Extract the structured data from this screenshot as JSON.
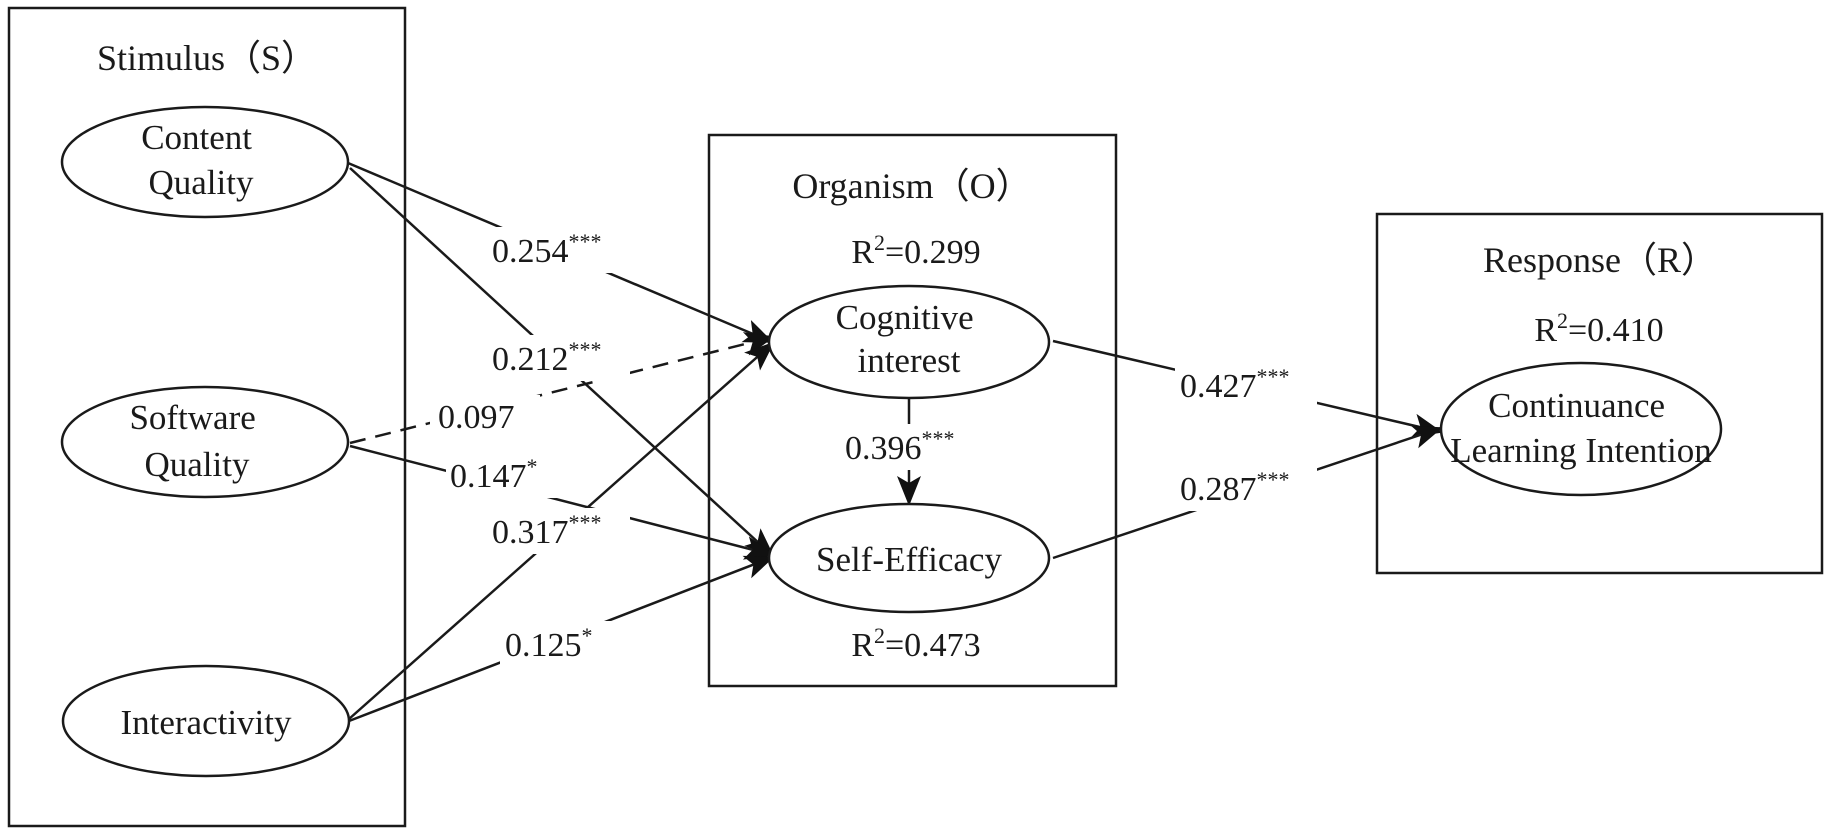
{
  "boxes": {
    "stimulus": {
      "title": "Stimulus（S）"
    },
    "organism": {
      "title": "Organism（O）"
    },
    "response": {
      "title": "Response（R）"
    }
  },
  "nodes": {
    "content_quality": {
      "line1": "Content",
      "line2": "Quality"
    },
    "software_quality": {
      "line1": "Software",
      "line2": "Quality"
    },
    "interactivity": {
      "label": "Interactivity"
    },
    "cognitive_interest": {
      "line1": "Cognitive",
      "line2": "interest"
    },
    "self_efficacy": {
      "label": "Self-Efficacy"
    },
    "continuance": {
      "line1": "Continuance",
      "line2": "Learning Intention"
    }
  },
  "r_squared": {
    "cognitive_interest": {
      "prefix": "R",
      "sup": "2",
      "value": "=0.299"
    },
    "self_efficacy": {
      "prefix": "R",
      "sup": "2",
      "value": "=0.473"
    },
    "continuance": {
      "prefix": "R",
      "sup": "2",
      "value": "=0.410"
    }
  },
  "paths": {
    "cq_ci": {
      "value": "0.254",
      "sig": "***"
    },
    "cq_se": {
      "value": "0.212",
      "sig": "***"
    },
    "sq_ci": {
      "value": "0.097",
      "sig": ""
    },
    "sq_se": {
      "value": "0.147",
      "sig": "*"
    },
    "in_ci": {
      "value": "0.317",
      "sig": "***"
    },
    "in_se": {
      "value": "0.125",
      "sig": "*"
    },
    "ci_se": {
      "value": "0.396",
      "sig": "***"
    },
    "ci_cli": {
      "value": "0.427",
      "sig": "***"
    },
    "se_cli": {
      "value": "0.287",
      "sig": "***"
    }
  }
}
